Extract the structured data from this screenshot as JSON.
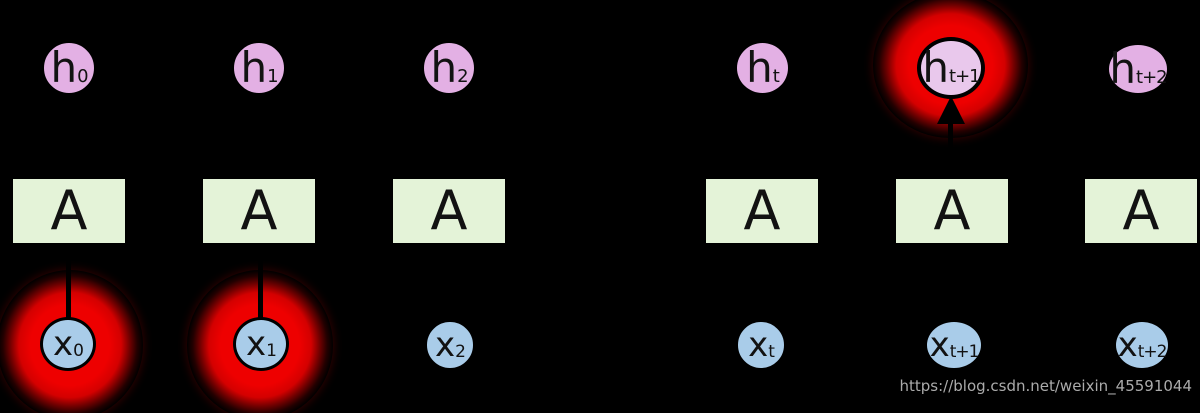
{
  "colors": {
    "background": "#000000",
    "hFill": "#e3b0e4",
    "hHighlightFill": "#e9c8ec",
    "xFill": "#a9cce9",
    "aFill": "#e4f3d8",
    "marker": "#ee0000",
    "line": "#000000",
    "watermark": "#ababab"
  },
  "nodes": {
    "a_label": "A",
    "h": [
      {
        "base": "h",
        "sub": "0"
      },
      {
        "base": "h",
        "sub": "1"
      },
      {
        "base": "h",
        "sub": "2"
      },
      {
        "base": "h",
        "sub": "t"
      },
      {
        "base": "h",
        "sub": "t+1"
      },
      {
        "base": "h",
        "sub": "t+2"
      }
    ],
    "x": [
      {
        "base": "x",
        "sub": "0"
      },
      {
        "base": "x",
        "sub": "1"
      },
      {
        "base": "x",
        "sub": "2"
      },
      {
        "base": "x",
        "sub": "t"
      },
      {
        "base": "x",
        "sub": "t+1"
      },
      {
        "base": "x",
        "sub": "t+2"
      }
    ]
  },
  "watermark": {
    "text": "https://blog.csdn.net/weixin_45591044"
  }
}
